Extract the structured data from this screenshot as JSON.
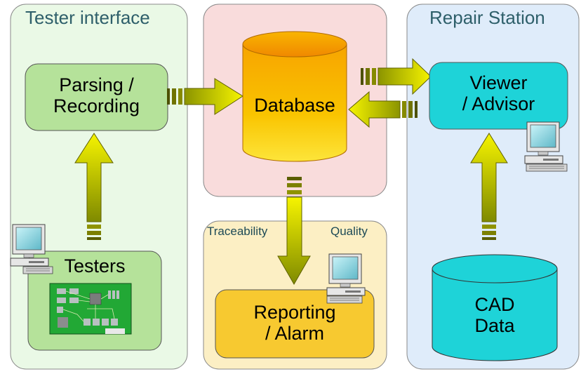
{
  "panels": {
    "tester": {
      "title": "Tester interface"
    },
    "repair": {
      "title": "Repair Station"
    },
    "reporting": {
      "left_label": "Traceability",
      "right_label": "Quality"
    }
  },
  "nodes": {
    "parsing": "Parsing /\nRecording",
    "database": "Database",
    "viewer": "Viewer\n/ Advisor",
    "testers": "Testers",
    "reporting": "Reporting\n/ Alarm",
    "cad": "CAD\nData"
  },
  "colors": {
    "tester_panel": "#eaf9e6",
    "db_panel": "#f9dcdc",
    "report_panel": "#fcefc4",
    "repair_panel": "#dfecfa",
    "green_box": "#b5e29a",
    "cyan": "#1ed3d8",
    "yellow_box": "#f7c930",
    "db_orange": "#f59400",
    "arrow": "#f2f000"
  }
}
